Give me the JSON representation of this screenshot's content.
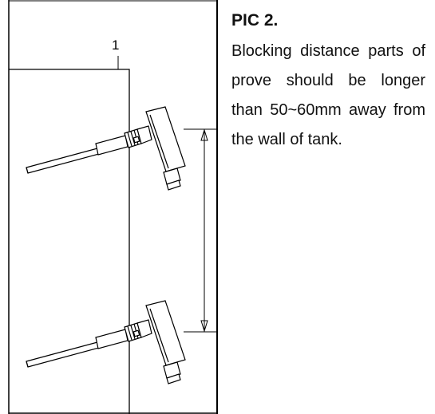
{
  "figure": {
    "label_number": "1",
    "colors": {
      "stroke": "#000000",
      "background": "#ffffff"
    }
  },
  "caption": {
    "title": "PIC 2.",
    "body": "Blocking distance parts of prove should be longer than 50~60mm away from the wall of tank."
  }
}
